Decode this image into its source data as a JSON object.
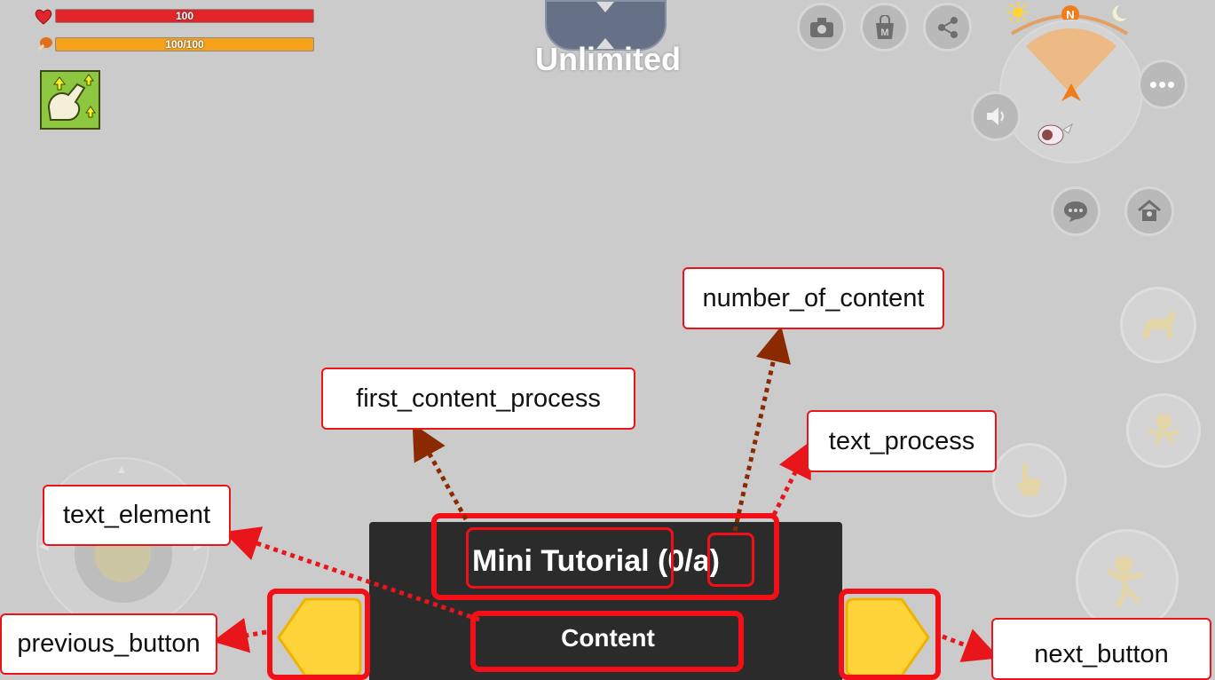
{
  "hud": {
    "hp_text": "100",
    "hp_fraction": 1.0,
    "stamina_text": "100/100",
    "stamina_fraction": 1.0,
    "hp_color": "#e32428",
    "stamina_color": "#f7a21b",
    "hp_icon": "heart-icon",
    "stamina_icon": "meat-icon",
    "buff_icon": "strength-buff-icon"
  },
  "top_center": {
    "mode_label": "Unlimited",
    "toggle_icon": "chevron-icon"
  },
  "top_right_buttons": [
    "camera-icon",
    "shop-icon",
    "share-icon"
  ],
  "minimap": {
    "north_label": "N",
    "icons": [
      "sun-icon",
      "moon-icon",
      "player-arrow-icon",
      "pet-icon"
    ]
  },
  "side_buttons": {
    "more_icon": "more-icon",
    "sound_icon": "speaker-icon",
    "chat_icon": "chat-icon",
    "home_icon": "home-icon",
    "action_icons": [
      "mount-icon",
      "emote-icon",
      "interact-hand-icon",
      "jump-icon"
    ]
  },
  "tutorial": {
    "title": "Mini Tutorial",
    "progress_open": " (0",
    "progress_count": "/a)",
    "content": "Content"
  },
  "annotations": {
    "number_of_content": "number_of_content",
    "first_content_process": "first_content_process",
    "text_process": "text_process",
    "text_element": "text_element",
    "previous_button": "previous_button",
    "next_button": "next_button"
  },
  "colors": {
    "background": "#cbcbcb",
    "panel": "#2b2b2b",
    "nav_button": "#ffd43b",
    "annotation_red": "#e8151b",
    "arrow_brown": "#8b2a00"
  }
}
